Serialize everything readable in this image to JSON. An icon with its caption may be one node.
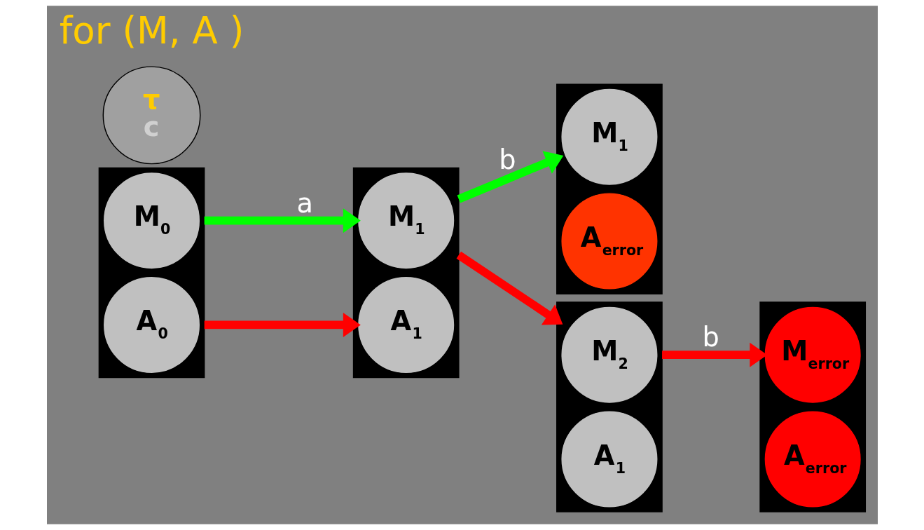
{
  "diagram": {
    "nodes": [
      {
        "text": [],
        "shape": "box"
      },
      {
        "text": [
          "M$_{0}$"
        ],
        "in": 0
      },
      {
        "text": [
          "A$_{0}$"
        ],
        "in": 0
      },
      {
        "text": [],
        "shape": "box"
      },
      {
        "text": [
          "M$_{1}$"
        ],
        "in": 3
      },
      {
        "text": [
          "A$_{1}$"
        ],
        "in": 3
      },
      {
        "text": [],
        "shape": "box"
      },
      {
        "text": [
          "M$_{1}$"
        ],
        "in": 6
      },
      {
        "text": [
          "A$_{error}$"
        ],
        "in": 6
      },
      {
        "text": [],
        "shape": "box"
      },
      {
        "text": [
          "M$_{2}$"
        ],
        "in": 9
      },
      {
        "text": [
          "A$_{1}$"
        ],
        "in": 9
      },
      {
        "text": [],
        "shape": "box"
      },
      {
        "text": [
          "M$_{error}$"
        ],
        "in": 12
      },
      {
        "text": [
          "A$_{error}$"
        ],
        "in": 12
      },
      {
        "text": [
          "τ",
          "c"
        ]
      }
    ],
    "edges": [
      {
        "from": 0,
        "to": 3,
        "arrow": "to",
        "label": "a",
        "color": "#00ff00"
      },
      {
        "from": 3,
        "to": 6,
        "arrow": "to",
        "label": "b",
        "color": "#00ff00"
      },
      {
        "from": 0,
        "to": 3,
        "arrow": "to"
      },
      {
        "from": 3,
        "to": 9,
        "arrow": "to"
      },
      {
        "from": 9,
        "to": 12,
        "arrow": "to",
        "label": "b"
      }
    ],
    "labels": [
      "for (M, A )"
    ]
  }
}
